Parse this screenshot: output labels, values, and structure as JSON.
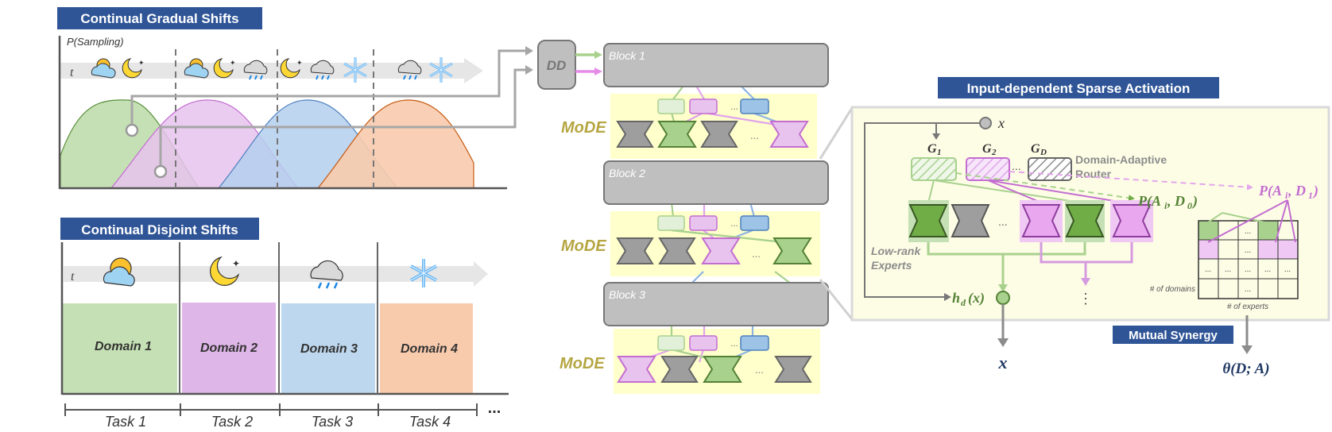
{
  "titles": {
    "gradual": "Continual Gradual Shifts",
    "disjoint": "Continual Disjoint Shifts",
    "sparse": "Input-dependent Sparse Activation",
    "synergy": "Mutual Synergy"
  },
  "gradual": {
    "y_label": "P(Sampling)",
    "time_label": "t"
  },
  "disjoint": {
    "time_label": "t",
    "domains": [
      "Domain 1",
      "Domain 2",
      "Domain 3",
      "Domain 4"
    ],
    "tasks": [
      "Task 1",
      "Task 2",
      "Task 3",
      "Task 4"
    ],
    "tasks_ellipsis": "..."
  },
  "architecture": {
    "dd_label": "DD",
    "blocks": [
      "Block 1",
      "Block 2",
      "Block 3"
    ],
    "mode_label": "MoDE",
    "ellipsis": "..."
  },
  "sparse": {
    "input": "x",
    "gates": [
      "G",
      "G",
      "G"
    ],
    "gate_subs": [
      "1",
      "2",
      "D"
    ],
    "router_label_1": "Domain-Adaptive",
    "router_label_2": "Router",
    "experts_label_1": "Low-rank",
    "experts_label_2": "Experts",
    "hd_main": "h",
    "hd_sub": "d",
    "hd_arg": "(x)",
    "output": "x",
    "p1_main": "P(A",
    "p1_sub1": "i",
    "p1_mid": ", D",
    "p1_sub2": "1",
    "p1_end": ")",
    "p0_main": "P(A",
    "p0_sub1": "i",
    "p0_mid": ", D",
    "p0_sub2": "0",
    "p0_end": ")",
    "matrix_dots": "...",
    "domains_axis": "# of domains",
    "experts_axis": "# of experts",
    "theta": "θ(D; A)",
    "vdots": "⋮"
  },
  "colors": {
    "title_bg": "#2f5597",
    "green": "#70ad47",
    "purple": "#c36dd0",
    "blue": "#4f81bd",
    "orange": "#c55a11",
    "gray_expert": "#8c8c8c",
    "mode_bg": "#ffffcc",
    "sparse_bg": "#fdfde6",
    "theta_color": "#1f3864"
  }
}
